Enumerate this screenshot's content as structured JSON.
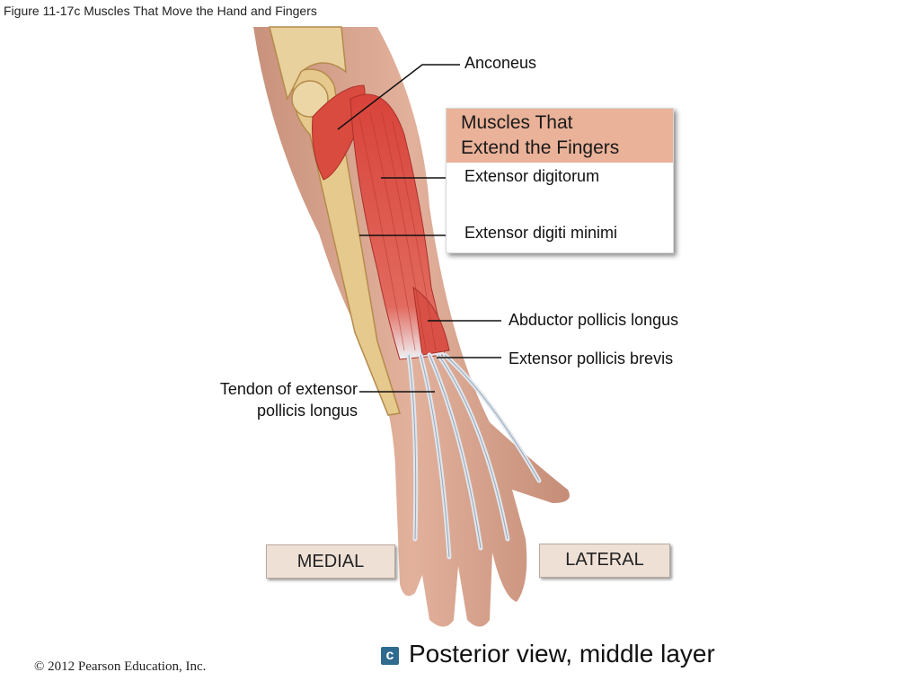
{
  "figure_title": "Figure 11-17c  Muscles That Move the Hand and Fingers",
  "labels": {
    "anconeus": "Anconeus",
    "extensor_digitorum": "Extensor digitorum",
    "extensor_digiti_minimi": "Extensor digiti minimi",
    "abductor_pollicis_longus": "Abductor pollicis longus",
    "extensor_pollicis_brevis": "Extensor pollicis brevis",
    "tendon_epl_line1": "Tendon of extensor",
    "tendon_epl_line2": "pollicis longus"
  },
  "box": {
    "title_line1": "Muscles That",
    "title_line2": "Extend the Fingers"
  },
  "orientation": {
    "medial": "MEDIAL",
    "lateral": "LATERAL"
  },
  "caption": {
    "badge": "c",
    "text": "Posterior view, middle layer"
  },
  "copyright": "© 2012 Pearson Education, Inc.",
  "colors": {
    "skin": "#d8a48c",
    "muscle": "#d9453c",
    "bone": "#e6c98d",
    "tendon": "#dfe6ee",
    "box_header": "#eab299",
    "tag_bg": "#efe0d6"
  }
}
